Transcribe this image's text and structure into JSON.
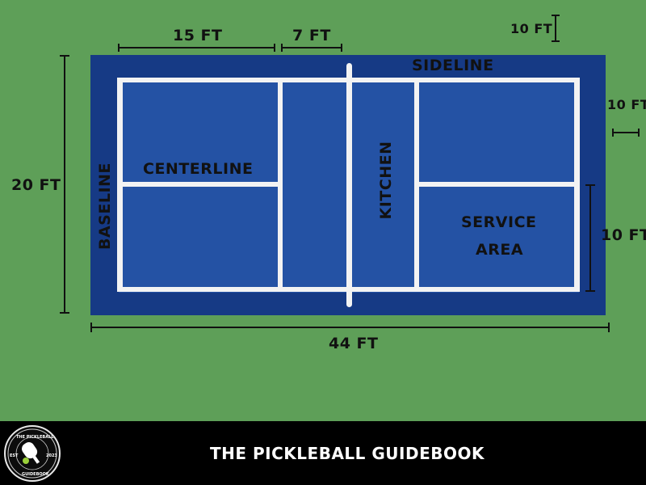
{
  "diagram": {
    "dimensions": {
      "kitchen_depth_top": "15 FT",
      "kitchen_width_top": "7 FT",
      "margin_top": "10 FT",
      "margin_right": "10 FT",
      "court_width_left": "20 FT",
      "service_right": "10 FT",
      "court_length_bottom": "44 FT"
    },
    "court_labels": {
      "sideline": "SIDELINE",
      "centerline": "CENTERLINE",
      "baseline": "BASELINE",
      "kitchen": "KITCHEN",
      "service_area_line1": "SERVICE",
      "service_area_line2": "AREA"
    }
  },
  "footer": {
    "title": "THE PICKLEBALL GUIDEBOOK",
    "logo": {
      "top_text": "THE PICKLEBALL",
      "bottom_text": "GUIDEBOOK",
      "left_text": "EST",
      "right_text": "2023",
      "icon": "pickleball-paddle-icon"
    }
  },
  "colors": {
    "background": "#5e9f58",
    "court_outer": "#163a85",
    "court_inner": "#2452a4",
    "lines": "#f3f3f3",
    "footer": "#000000"
  }
}
